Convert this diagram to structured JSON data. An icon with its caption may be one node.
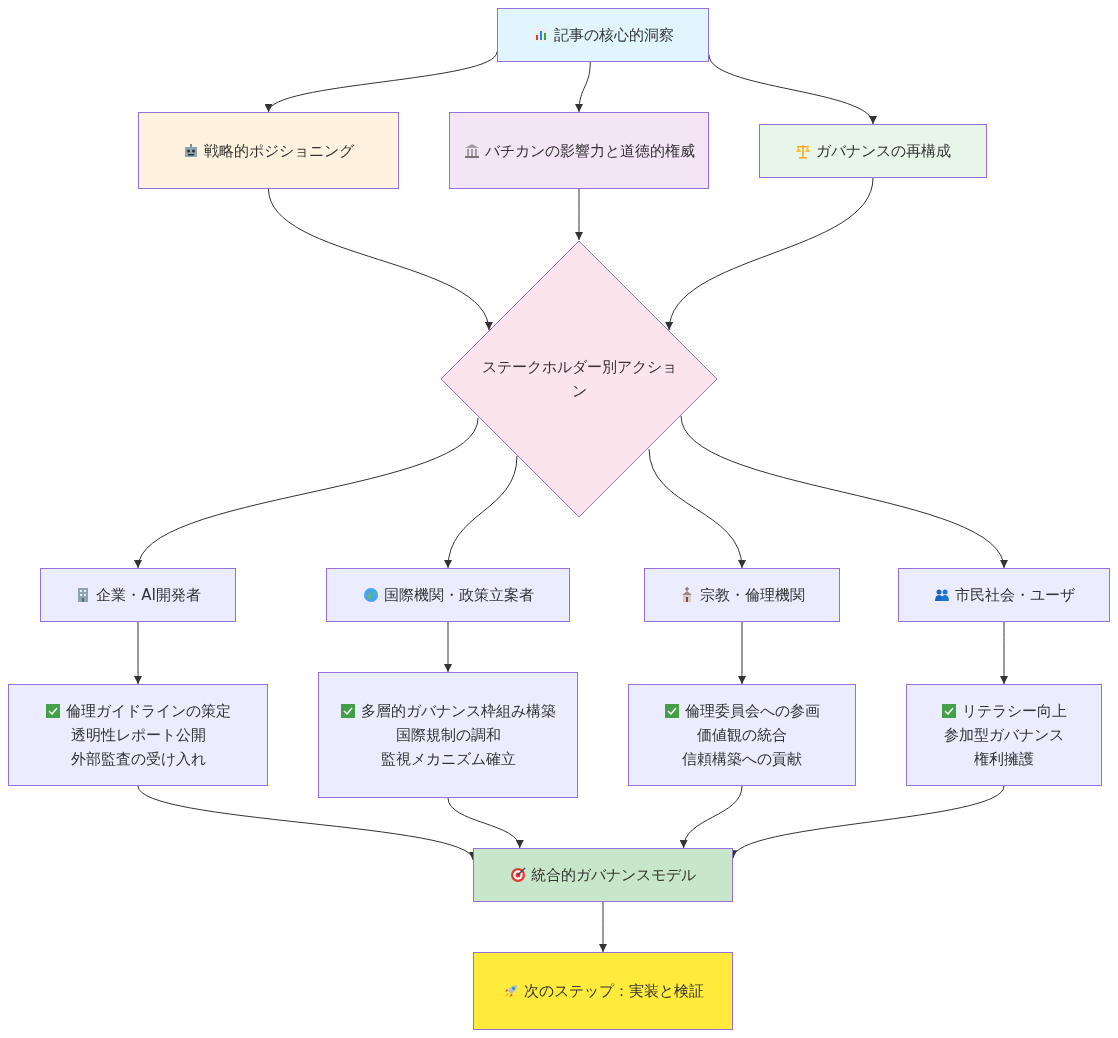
{
  "diagram": {
    "nodes": [
      {
        "text": [
          "記事の核心的洞察"
        ]
      },
      {
        "text": [
          "戦略的ポジショニング"
        ]
      },
      {
        "text": [
          "バチカンの影響力と道徳的権威"
        ]
      },
      {
        "text": [
          "ガバナンスの再構成"
        ]
      },
      {
        "text": [
          "ステークホルダー別アクション"
        ]
      },
      {
        "text": [
          "企業・AI開発者"
        ]
      },
      {
        "text": [
          "国際機関・政策立案者"
        ]
      },
      {
        "text": [
          "宗教・倫理機関"
        ]
      },
      {
        "text": [
          "市民社会・ユーザ"
        ]
      },
      {
        "text": [
          "倫理ガイドラインの策定",
          "透明性レポート公開",
          "外部監査の受け入れ"
        ]
      },
      {
        "text": [
          "多層的ガバナンス枠組み構築",
          "国際規制の調和",
          "監視メカニズム確立"
        ]
      },
      {
        "text": [
          "倫理委員会への参画",
          "価値観の統合",
          "信頼構築への貢献"
        ]
      },
      {
        "text": [
          "リテラシー向上",
          "参加型ガバナンス",
          "権利擁護"
        ]
      },
      {
        "text": [
          "統合的ガバナンスモデル"
        ]
      },
      {
        "text": [
          "次のステップ：実装と検証"
        ]
      }
    ],
    "edges": [
      {
        "from": 0,
        "to": 1,
        "arrow": "to"
      },
      {
        "from": 0,
        "to": 2,
        "arrow": "to"
      },
      {
        "from": 0,
        "to": 3,
        "arrow": "to"
      },
      {
        "from": 1,
        "to": 4,
        "arrow": "to"
      },
      {
        "from": 2,
        "to": 4,
        "arrow": "to"
      },
      {
        "from": 3,
        "to": 4,
        "arrow": "to"
      },
      {
        "from": 4,
        "to": 5,
        "arrow": "to"
      },
      {
        "from": 4,
        "to": 6,
        "arrow": "to"
      },
      {
        "from": 4,
        "to": 7,
        "arrow": "to"
      },
      {
        "from": 4,
        "to": 8,
        "arrow": "to"
      },
      {
        "from": 5,
        "to": 9,
        "arrow": "to"
      },
      {
        "from": 6,
        "to": 10,
        "arrow": "to"
      },
      {
        "from": 7,
        "to": 11,
        "arrow": "to"
      },
      {
        "from": 8,
        "to": 12,
        "arrow": "to"
      },
      {
        "from": 9,
        "to": 13,
        "arrow": "to"
      },
      {
        "from": 10,
        "to": 13,
        "arrow": "to"
      },
      {
        "from": 11,
        "to": 13,
        "arrow": "to"
      },
      {
        "from": 12,
        "to": 13,
        "arrow": "to"
      },
      {
        "from": 13,
        "to": 14,
        "arrow": "to"
      }
    ]
  }
}
